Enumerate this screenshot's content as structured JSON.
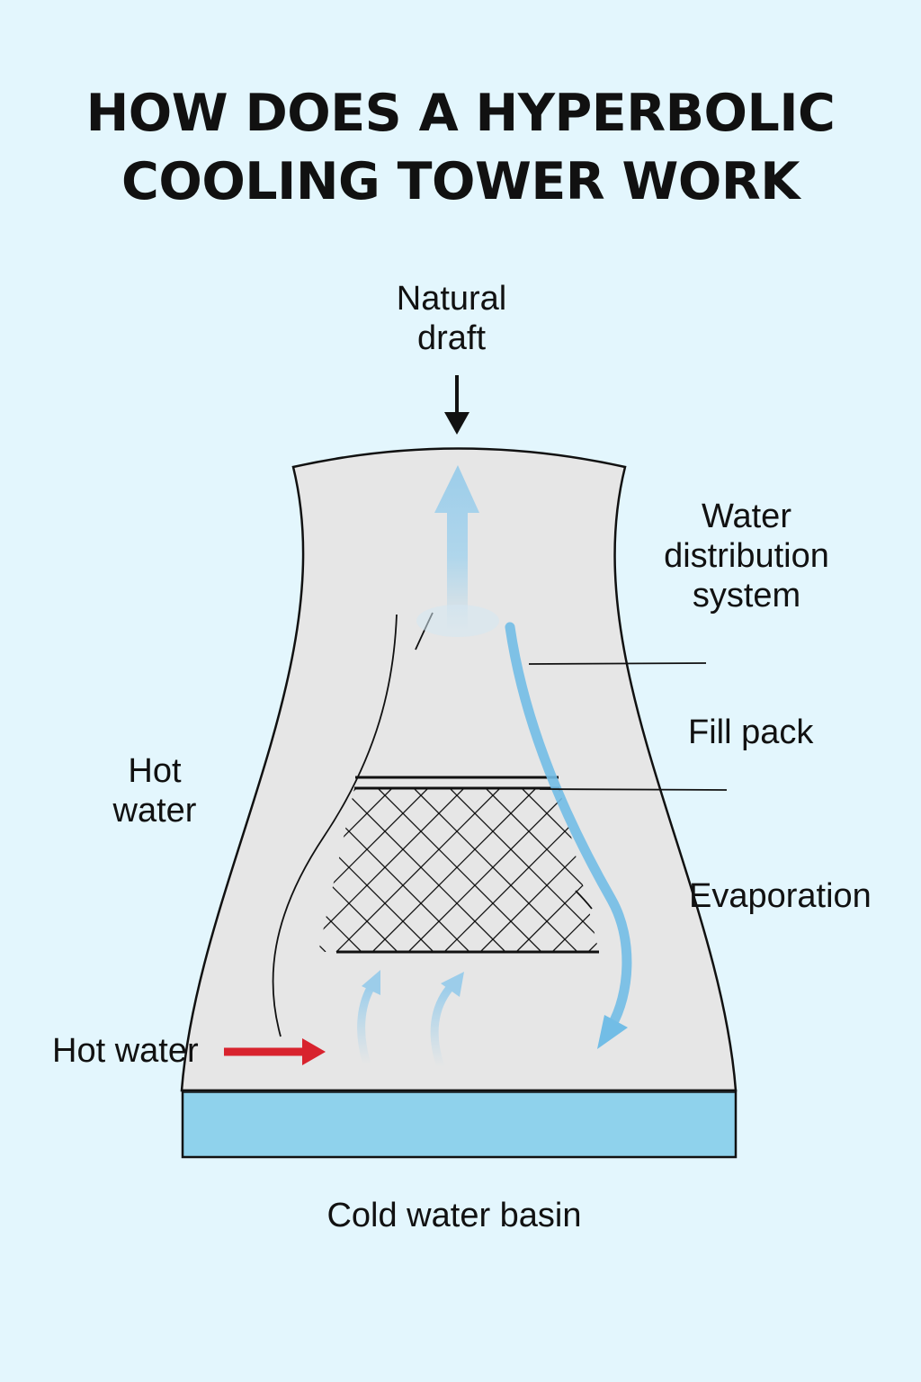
{
  "title": {
    "line1": "HOW DOES A HYPERBOLIC",
    "line2": "COOLING TOWER WORK"
  },
  "labels": {
    "natural_draft_1": "Natural",
    "natural_draft_2": "draft",
    "water_distribution_1": "Water",
    "water_distribution_2": "distribution",
    "water_distribution_3": "system",
    "fill_pack": "Fill pack",
    "evaporation": "Evaporation",
    "hot_water_upper_1": "Hot",
    "hot_water_upper_2": "water",
    "hot_water_inlet": "Hot water",
    "cold_water_basin": "Cold water basin"
  },
  "colors": {
    "background": "#e3f6fd",
    "tower_fill": "#e6e6e6",
    "basin_water": "#8fd2ec",
    "air_flow": "#a9d4ec",
    "water_stream": "#72bde6",
    "hot_water_arrow": "#d8232e",
    "outline": "#111111"
  }
}
